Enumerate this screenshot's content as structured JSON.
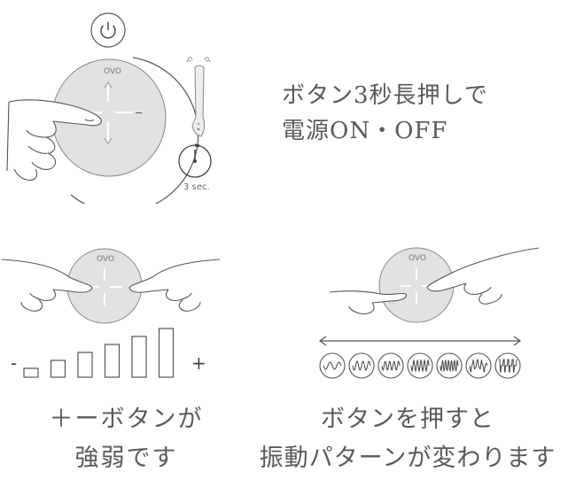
{
  "panel1": {
    "brand": "OVO",
    "plus_sign": "+",
    "minus_sign": "−",
    "timer_label": "3 sec.",
    "caption_line1": "ボタン3秒長押しで",
    "caption_line2": "電源ON・OFF",
    "icons": [
      "power-icon",
      "vibrator-icon",
      "timer-icon",
      "hand-icon"
    ]
  },
  "panel2": {
    "brand": "OVO",
    "minus_sign": "-",
    "plus_sign": "+",
    "caption_line1": "＋ーボタンが",
    "caption_line2": "強弱です",
    "intensity_level_count": 6
  },
  "panel3": {
    "brand": "OVO",
    "caption_line1": "ボタンを押すと",
    "caption_line2": "振動パターンが変わります",
    "pattern_count": 7
  },
  "colors": {
    "line": "#555555",
    "device_fill": "#e2e2e2",
    "text": "#5a5a5a"
  }
}
